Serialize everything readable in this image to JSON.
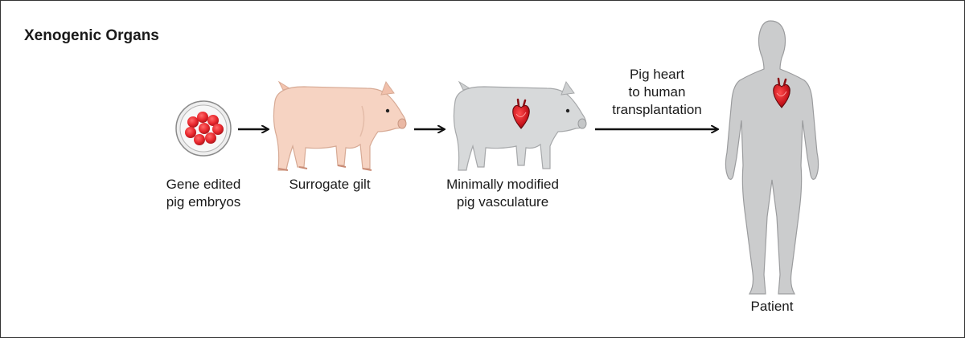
{
  "title": "Xenogenic Organs",
  "steps": [
    {
      "lines": [
        "Gene edited",
        "pig embryos"
      ]
    },
    {
      "lines": [
        "Surrogate gilt"
      ]
    },
    {
      "lines": [
        "Minimally modified",
        "pig vasculature"
      ]
    },
    {
      "lines": [
        "Pig heart",
        "to human",
        "transplantation"
      ]
    },
    {
      "lines": [
        "Patient"
      ]
    }
  ],
  "colors": {
    "border": "#333333",
    "embryo": "#e8262c",
    "pink_pig": "#f6d3c2",
    "gray_pig": "#d7d9da",
    "human": "#cbcccd",
    "heart": "#c8141c",
    "arrow": "#111111"
  },
  "icons": [
    "petri-dish-embryos-icon",
    "pink-pig-icon",
    "gray-pig-heart-icon",
    "human-silhouette-icon",
    "heart-icon",
    "arrow-icon"
  ]
}
